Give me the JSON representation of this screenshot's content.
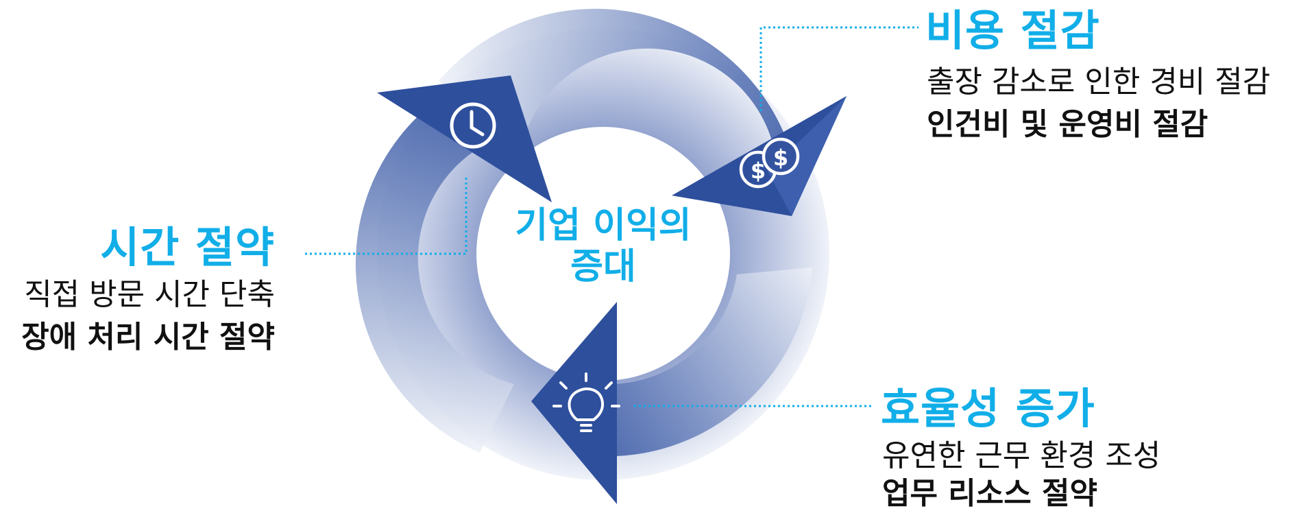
{
  "center": {
    "line1": "기업 이익의",
    "line2": "증대"
  },
  "blocks": {
    "cost": {
      "title": "비용 절감",
      "line1": "출장 감소로 인한 경비 절감",
      "line2": "인건비 및 운영비 절감",
      "icon": "dollar-coins-icon"
    },
    "time": {
      "title": "시간 절약",
      "line1": "직접 방문 시간 단축",
      "line2": "장애 처리 시간 절약",
      "icon": "clock-icon"
    },
    "efficiency": {
      "title": "효율성 증가",
      "line1": "유연한 근무 환경 조성",
      "line2": "업무 리소스 절약",
      "icon": "lightbulb-icon"
    }
  },
  "colors": {
    "accent": "#11aee8",
    "arrow_dark": "#2e4f9c",
    "arrow_light": "#e8ecf6",
    "text": "#111111"
  }
}
